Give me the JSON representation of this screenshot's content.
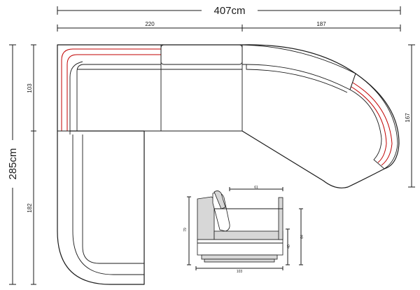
{
  "dimensions": {
    "total_width": "407cm",
    "total_depth": "285cm",
    "left_section_width": "220",
    "right_section_width": "187",
    "corner_depth": "103",
    "chaise_length": "182",
    "curve_depth": "167"
  },
  "profile_view": {
    "seat_depth": "61",
    "overall_depth": "103",
    "back_height": "79",
    "seat_height": "40",
    "arm_height": "64"
  }
}
